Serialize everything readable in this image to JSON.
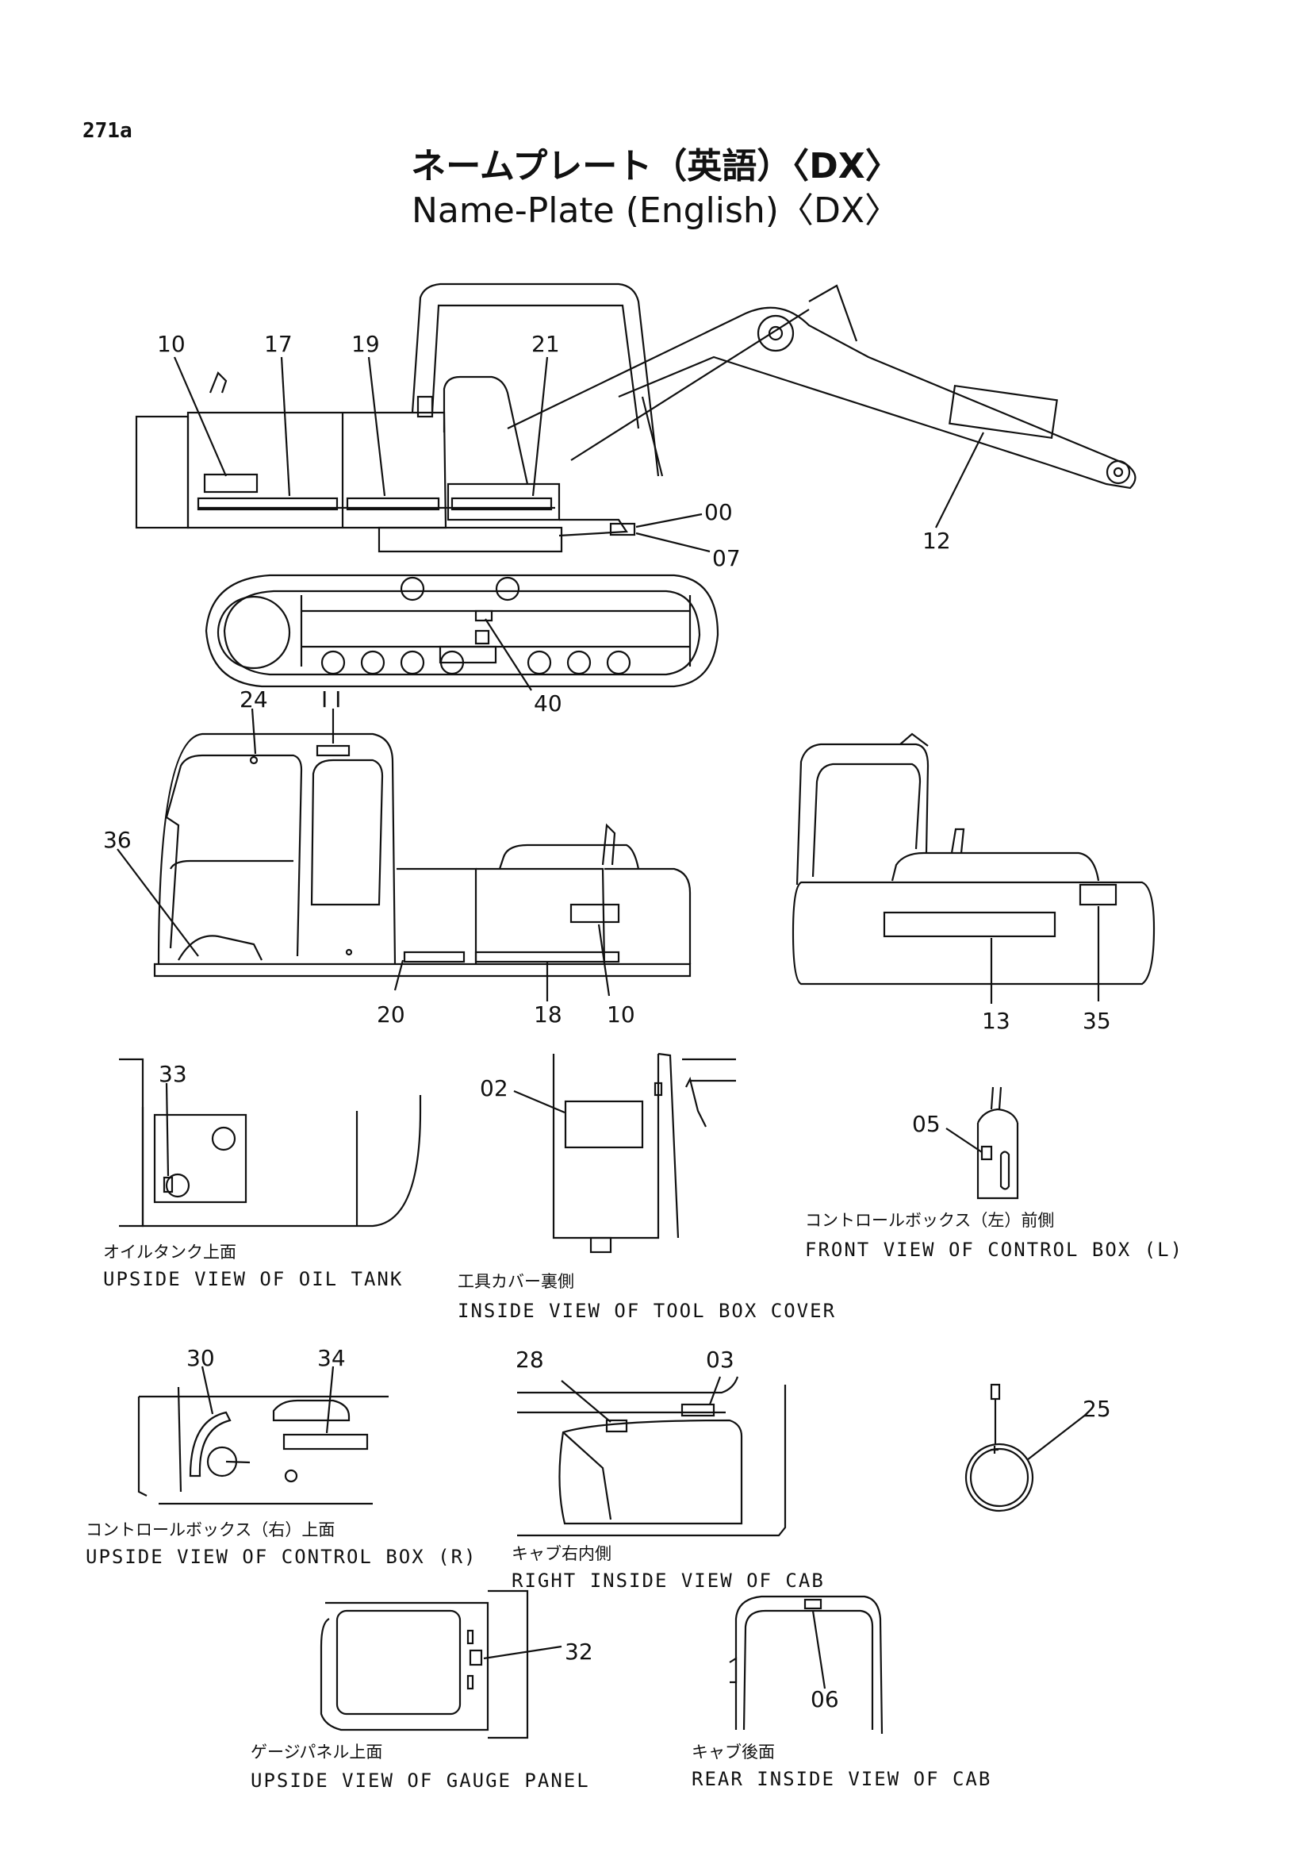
{
  "page_number": "271a",
  "title_jp": "ネームプレート（英語）〈DX〉",
  "title_en": "Name-Plate (English)〈DX〉",
  "callouts": {
    "c10a": "10",
    "c17": "17",
    "c19": "19",
    "c21": "21",
    "c00": "00",
    "c07": "07",
    "c12": "12",
    "c40": "40",
    "c24": "24",
    "c11": "I I",
    "c36": "36",
    "c20": "20",
    "c18": "18",
    "c10b": "10",
    "c13": "13",
    "c35": "35",
    "c33": "33",
    "c02": "02",
    "c05": "05",
    "c30": "30",
    "c34": "34",
    "c28": "28",
    "c03": "03",
    "c25": "25",
    "c32": "32",
    "c06": "06"
  },
  "captions": {
    "oil_tank_jp": "オイルタンク上面",
    "oil_tank_en": "UPSIDE VIEW OF OIL TANK",
    "tool_box_jp": "工具カバー裏側",
    "tool_box_en": "INSIDE VIEW OF TOOL BOX COVER",
    "control_l_jp": "コントロールボックス（左）前側",
    "control_l_en": "FRONT VIEW OF CONTROL BOX (L)",
    "control_r_jp": "コントロールボックス（右）上面",
    "control_r_en": "UPSIDE VIEW OF CONTROL BOX (R)",
    "cab_right_jp": "キャブ右内側",
    "cab_right_en": "RIGHT INSIDE VIEW OF CAB",
    "gauge_jp": "ゲージパネル上面",
    "gauge_en": "UPSIDE VIEW OF GAUGE PANEL",
    "cab_rear_jp": "キャブ後面",
    "cab_rear_en": "REAR INSIDE VIEW OF CAB"
  }
}
